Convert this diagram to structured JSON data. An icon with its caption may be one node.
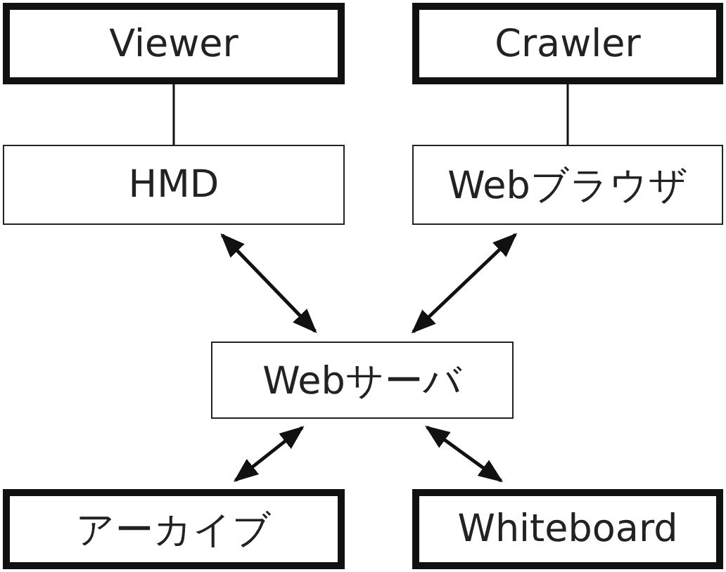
{
  "diagram": {
    "nodes": [
      {
        "text": [
          "Viewer"
        ]
      },
      {
        "text": [
          "Crawler"
        ]
      },
      {
        "text": [
          "HMD"
        ]
      },
      {
        "text": [
          "Webブラウザ"
        ]
      },
      {
        "text": [
          "Webサーバ"
        ]
      },
      {
        "text": [
          "アーカイブ"
        ]
      },
      {
        "text": [
          "Whiteboard"
        ]
      }
    ],
    "edges": [
      {
        "from": 0,
        "to": 2,
        "arrow": "none"
      },
      {
        "from": 1,
        "to": 3,
        "arrow": "none"
      },
      {
        "from": 2,
        "to": 4,
        "arrow": "both"
      },
      {
        "from": 3,
        "to": 4,
        "arrow": "both"
      },
      {
        "from": 4,
        "to": 5,
        "arrow": "both"
      },
      {
        "from": 4,
        "to": 6,
        "arrow": "both"
      }
    ]
  }
}
